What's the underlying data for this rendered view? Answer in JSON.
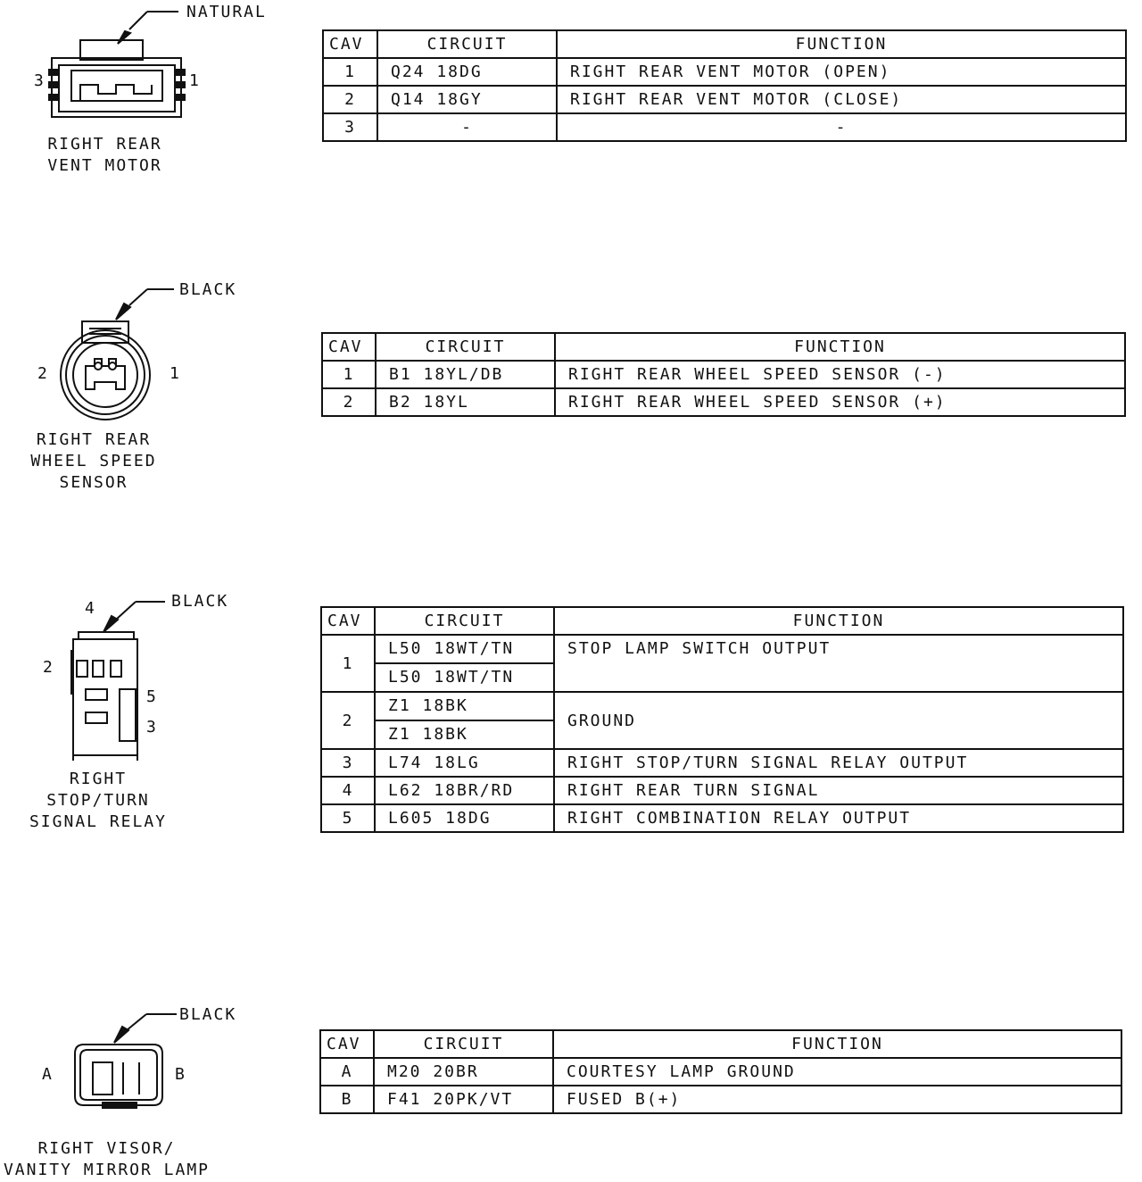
{
  "connectors": [
    {
      "id": "vent",
      "name_lines": [
        "RIGHT REAR",
        "VENT MOTOR"
      ],
      "color": "NATURAL",
      "pin_labels": {
        "left": "3",
        "right": "1"
      },
      "headers": {
        "cav": "CAV",
        "circuit": "CIRCUIT",
        "function": "FUNCTION"
      },
      "rows": [
        {
          "cav": "1",
          "circuit": "Q24 18DG",
          "function": "RIGHT REAR VENT MOTOR (OPEN)"
        },
        {
          "cav": "2",
          "circuit": "Q14 18GY",
          "function": "RIGHT REAR VENT MOTOR (CLOSE)"
        },
        {
          "cav": "3",
          "circuit": "-",
          "function": "-"
        }
      ]
    },
    {
      "id": "wss",
      "name_lines": [
        "RIGHT REAR",
        "WHEEL SPEED",
        "SENSOR"
      ],
      "color": "BLACK",
      "pin_labels": {
        "left": "2",
        "right": "1"
      },
      "headers": {
        "cav": "CAV",
        "circuit": "CIRCUIT",
        "function": "FUNCTION"
      },
      "rows": [
        {
          "cav": "1",
          "circuit": "B1 18YL/DB",
          "function": "RIGHT REAR WHEEL SPEED SENSOR (-)"
        },
        {
          "cav": "2",
          "circuit": "B2 18YL",
          "function": "RIGHT REAR WHEEL SPEED SENSOR (+)"
        }
      ]
    },
    {
      "id": "relay",
      "name_lines": [
        "RIGHT",
        "STOP/TURN",
        "SIGNAL RELAY"
      ],
      "color": "BLACK",
      "pin_labels": {
        "top": "4",
        "left": "2",
        "right_a": "5",
        "right_b": "3"
      },
      "headers": {
        "cav": "CAV",
        "circuit": "CIRCUIT",
        "function": "FUNCTION"
      },
      "rows": [
        {
          "cav": "1",
          "circuits": [
            "L50 18WT/TN",
            "L50 18WT/TN"
          ],
          "function": "STOP LAMP SWITCH OUTPUT"
        },
        {
          "cav": "2",
          "circuits": [
            "Z1 18BK",
            "Z1 18BK"
          ],
          "function": "GROUND"
        },
        {
          "cav": "3",
          "circuit": "L74 18LG",
          "function": "RIGHT STOP/TURN SIGNAL RELAY OUTPUT"
        },
        {
          "cav": "4",
          "circuit": "L62 18BR/RD",
          "function": "RIGHT REAR TURN SIGNAL"
        },
        {
          "cav": "5",
          "circuit": "L605 18DG",
          "function": "RIGHT COMBINATION RELAY OUTPUT"
        }
      ]
    },
    {
      "id": "visor",
      "name_lines": [
        "RIGHT VISOR/",
        "VANITY MIRROR LAMP"
      ],
      "color": "BLACK",
      "pin_labels": {
        "left": "A",
        "right": "B"
      },
      "headers": {
        "cav": "CAV",
        "circuit": "CIRCUIT",
        "function": "FUNCTION"
      },
      "rows": [
        {
          "cav": "A",
          "circuit": "M20 20BR",
          "function": "COURTESY LAMP GROUND"
        },
        {
          "cav": "B",
          "circuit": "F41 20PK/VT",
          "function": "FUSED B(+)"
        }
      ]
    }
  ]
}
